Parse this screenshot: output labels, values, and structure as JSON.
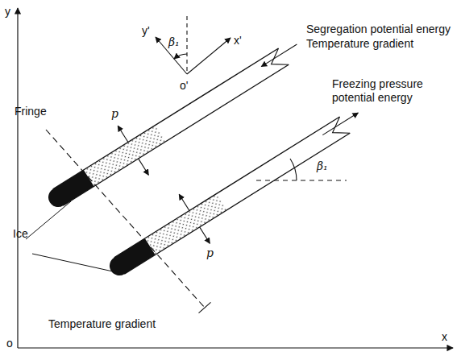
{
  "diagram": {
    "labels": [
      "y",
      "y'",
      "β₁",
      "x'",
      "o'",
      "Fringe",
      "Segregation potential energy",
      "Temperature gradient",
      "Freezing pressure potential energy",
      "p",
      "β₁",
      "p",
      "Ice",
      "Temperature gradient",
      "o",
      "x"
    ]
  }
}
